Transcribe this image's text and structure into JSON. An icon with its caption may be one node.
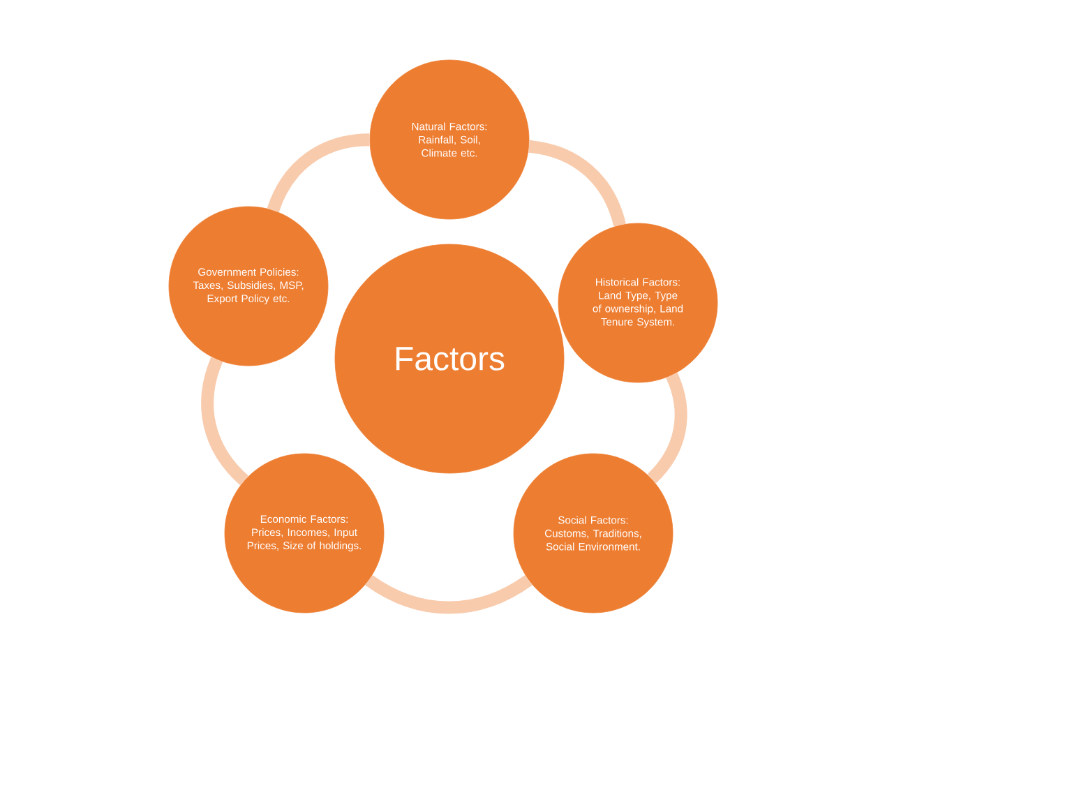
{
  "diagram": {
    "nodes": [
      {
        "text": [
          "Factors"
        ]
      },
      {
        "text": [
          "Natural Factors: Rainfall, Soil, Climate etc."
        ]
      },
      {
        "text": [
          "Historical Factors: Land Type, Type of ownership, Land Tenure System."
        ]
      },
      {
        "text": [
          "Social Factors: Customs, Traditions, Social Environment."
        ]
      },
      {
        "text": [
          "Economic Factors: Prices, Incomes, Input Prices, Size of holdings."
        ]
      },
      {
        "text": [
          "Government Policies: Taxes, Subsidies, MSP, Export Policy etc."
        ]
      }
    ],
    "edges": [
      {
        "from": 1,
        "to": 2,
        "arrow": "none"
      },
      {
        "from": 2,
        "to": 3,
        "arrow": "none"
      },
      {
        "from": 3,
        "to": 4,
        "arrow": "none"
      },
      {
        "from": 4,
        "to": 5,
        "arrow": "none"
      },
      {
        "from": 5,
        "to": 1,
        "arrow": "none"
      }
    ]
  }
}
